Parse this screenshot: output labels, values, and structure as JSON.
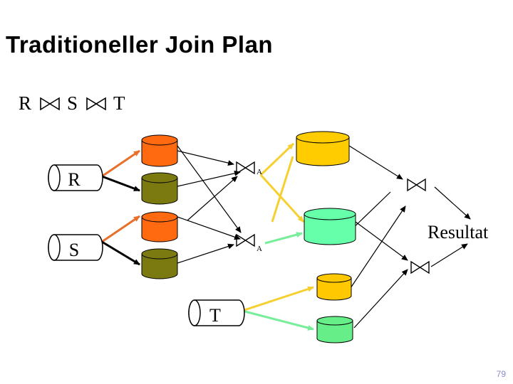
{
  "title": "Traditioneller Join Plan",
  "expression": {
    "r": "R",
    "s": "S",
    "t": "T"
  },
  "relations": {
    "r": "R",
    "s": "S",
    "t": "T"
  },
  "join_label": "A",
  "result_label": "Resultat",
  "page_number": "79",
  "colors": {
    "orange": "#ff6a10",
    "olive": "#7a7a10",
    "yellow": "#ffcc00",
    "mint": "#66ffaa",
    "light_gold": "#ffc800",
    "edge_orange": "#e8702a",
    "edge_yellow": "#f5d030",
    "edge_green": "#77ee99"
  }
}
